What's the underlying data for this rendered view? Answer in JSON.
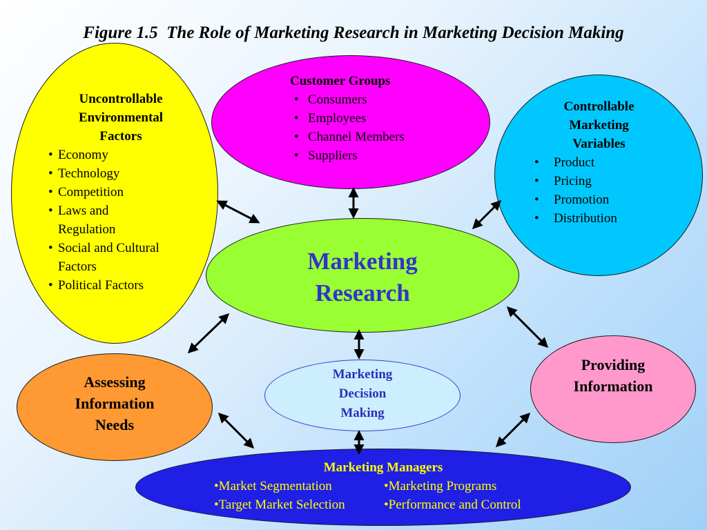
{
  "title": "Figure 1.5  The Role of Marketing Research in Marketing Decision Making",
  "colors": {
    "uncontrollable": "#ffff00",
    "customer_groups": "#ff00ff",
    "controllable": "#00c8ff",
    "marketing_research": "#99ff33",
    "assessing": "#ff9933",
    "decision_making": "#cceeff",
    "providing": "#ff99cc",
    "managers": "#1f1fe6"
  },
  "uncontrollable": {
    "heading": [
      "Uncontrollable",
      "Environmental",
      "Factors"
    ],
    "items": [
      [
        "Economy"
      ],
      [
        "Technology"
      ],
      [
        "Competition"
      ],
      [
        "Laws and",
        "Regulation"
      ],
      [
        "Social and Cultural",
        "Factors"
      ],
      [
        "Political Factors"
      ]
    ]
  },
  "customer_groups": {
    "heading": "Customer Groups",
    "items": [
      "Consumers",
      "Employees",
      "Channel Members",
      "Suppliers"
    ]
  },
  "controllable": {
    "heading": [
      "Controllable",
      "Marketing",
      "Variables"
    ],
    "items": [
      "Product",
      "Pricing",
      "Promotion",
      "Distribution"
    ]
  },
  "marketing_research": {
    "line1": "Marketing",
    "line2": "Research"
  },
  "assessing": {
    "line1": "Assessing",
    "line2": "Information",
    "line3": "Needs"
  },
  "decision_making": {
    "line1": "Marketing",
    "line2": "Decision",
    "line3": "Making"
  },
  "providing": {
    "line1": "Providing",
    "line2": "Information"
  },
  "managers": {
    "heading": "Marketing Managers",
    "col1": [
      "•Market Segmentation",
      "•Target Market Selection"
    ],
    "col2": [
      "•Marketing Programs",
      "•Performance and Control"
    ]
  }
}
